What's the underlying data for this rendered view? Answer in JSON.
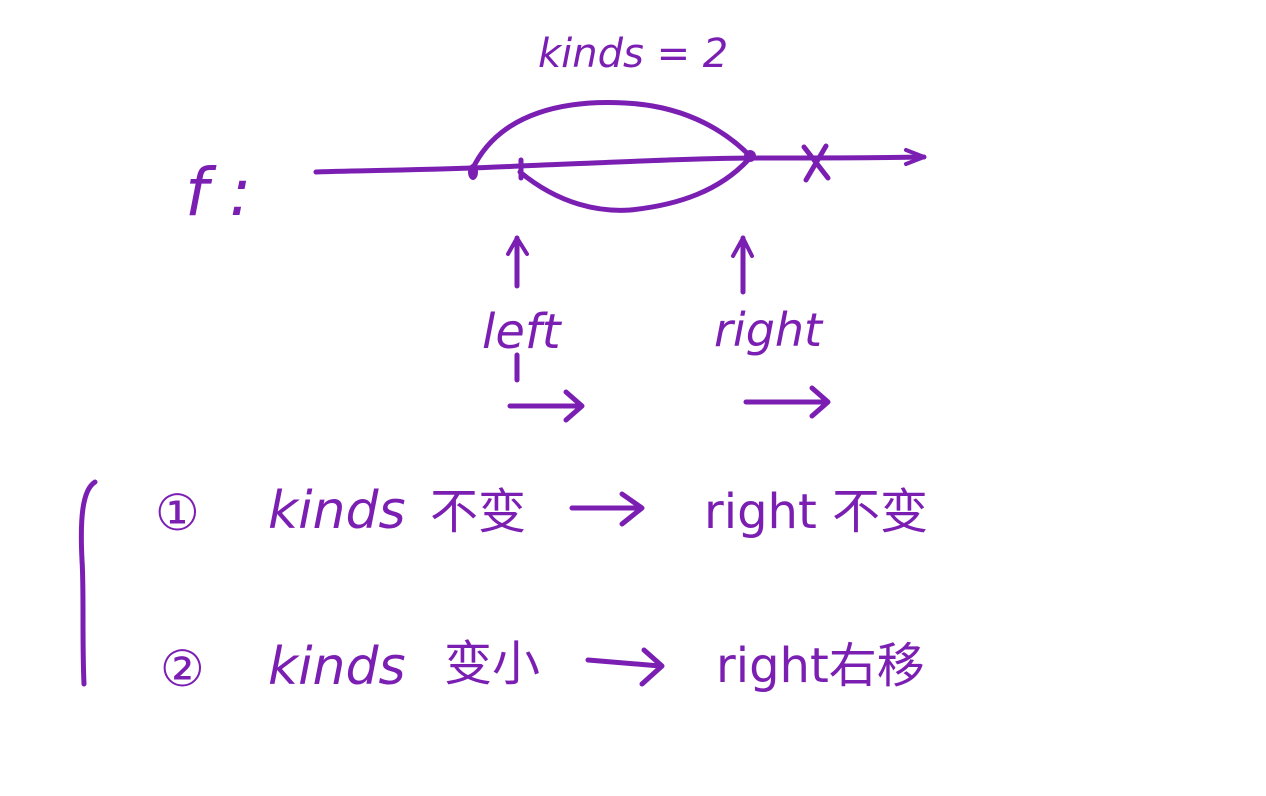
{
  "style": {
    "ink_color": "#7b1fb3",
    "background_color": "#ffffff"
  },
  "diagram": {
    "function_label": "f :",
    "kinds_label": "kinds = 2",
    "left_label": "left",
    "right_label": "right",
    "cross_mark": "×"
  },
  "cases": [
    {
      "marker": "①",
      "subject": "kinds",
      "condition": "不变",
      "result": "right 不变"
    },
    {
      "marker": "②",
      "subject": "kinds",
      "condition": "变小",
      "result": "right右移"
    }
  ]
}
